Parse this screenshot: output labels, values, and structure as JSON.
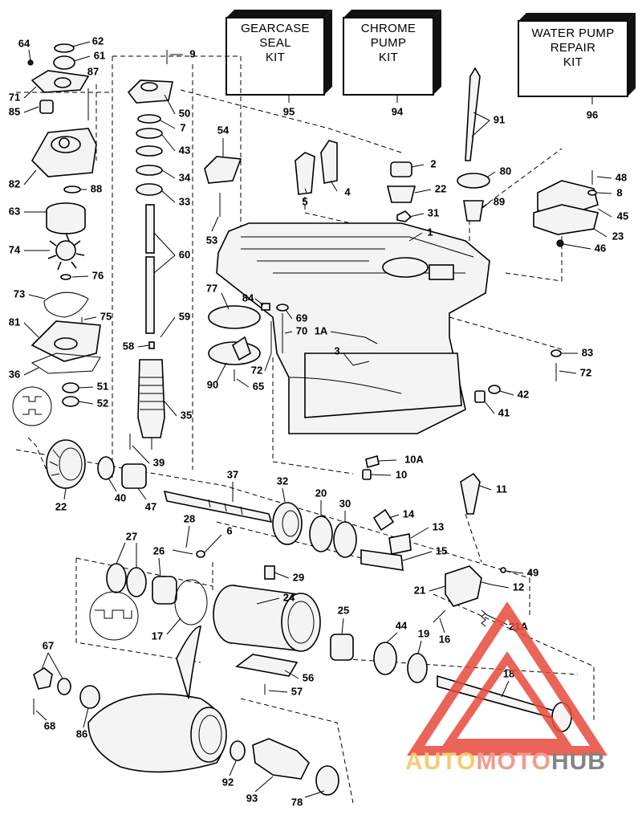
{
  "kits": [
    {
      "id": "gearcase-seal-kit",
      "lines": [
        "GEARCASE",
        "SEAL",
        "KIT"
      ],
      "ref": "95"
    },
    {
      "id": "chrome-pump-kit",
      "lines": [
        "CHROME",
        "PUMP",
        "KIT"
      ],
      "ref": "94"
    },
    {
      "id": "water-pump-repair-kit",
      "lines": [
        "WATER PUMP",
        "REPAIR",
        "KIT"
      ],
      "ref": "96"
    }
  ],
  "callouts": [
    "64",
    "62",
    "61",
    "9",
    "87",
    "71",
    "85",
    "50",
    "7",
    "43",
    "82",
    "88",
    "54",
    "2",
    "22",
    "4",
    "5",
    "34",
    "33",
    "80",
    "91",
    "48",
    "8",
    "63",
    "31",
    "89",
    "45",
    "53",
    "60",
    "1",
    "23",
    "74",
    "76",
    "46",
    "73",
    "75",
    "77",
    "84",
    "69",
    "59",
    "81",
    "58",
    "70",
    "1A",
    "3",
    "83",
    "72",
    "36",
    "90",
    "65",
    "42",
    "51",
    "52",
    "35",
    "41",
    "10A",
    "39",
    "10",
    "22",
    "40",
    "47",
    "37",
    "32",
    "20",
    "30",
    "14",
    "11",
    "28",
    "6",
    "13",
    "27",
    "26",
    "15",
    "29",
    "49",
    "24",
    "21",
    "12",
    "17",
    "25",
    "16",
    "21A",
    "44",
    "19",
    "67",
    "18",
    "56",
    "57",
    "68",
    "86",
    "92",
    "93",
    "78"
  ],
  "watermark": {
    "brand_parts": [
      "AUTO",
      "MOTO",
      "HUB"
    ],
    "colors": {
      "auto": "#f5c25a",
      "moto": "#f08a7a",
      "hub": "#6f6f6f",
      "triangle": "#e74a3b"
    }
  }
}
